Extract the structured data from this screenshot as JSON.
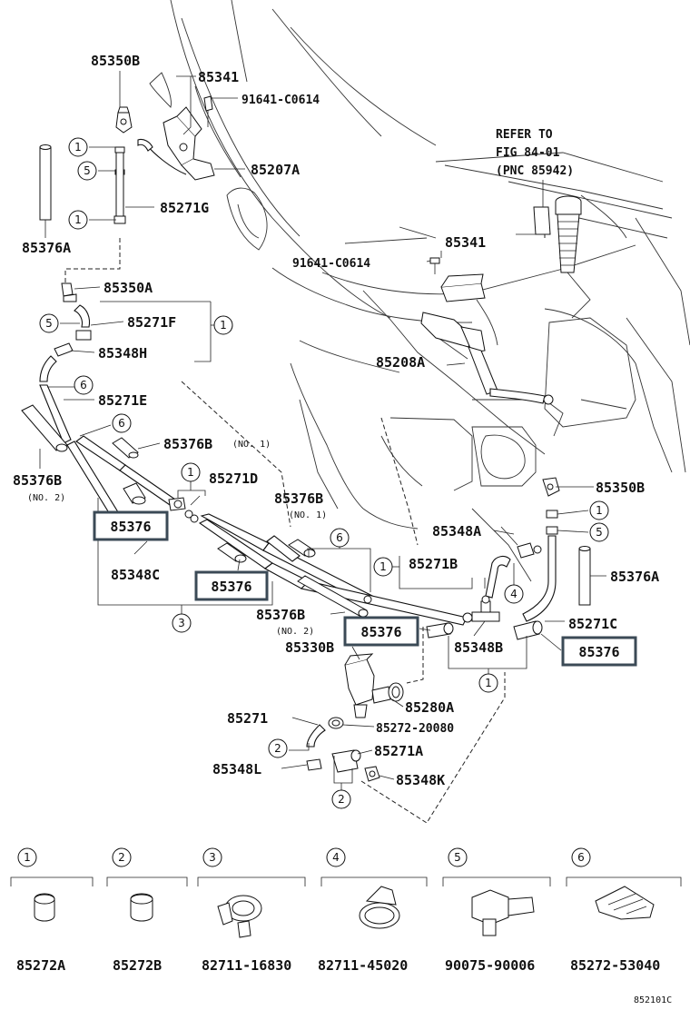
{
  "labels": {
    "p85350B_top": "85350B",
    "p85341_top": "85341",
    "p91641_top": "91641-C0614",
    "p85207A": "85207A",
    "p85271G": "85271G",
    "p85376A_left": "85376A",
    "refer1": "REFER TO",
    "refer2": "FIG 84-01",
    "refer3": "(PNC 85942)",
    "p85341_mid": "85341",
    "p91641_mid": "91641-C0614",
    "p85350A": "85350A",
    "p85271F": "85271F",
    "p85348H": "85348H",
    "p85208A": "85208A",
    "p85271E": "85271E",
    "p85376B_no1_a": "85376B",
    "no1_a": "(NO. 1)",
    "p85376B_left": "85376B",
    "no2_left": "(NO. 2)",
    "p85271D": "85271D",
    "p85350B_right": "85350B",
    "p85376B_no1_b": "85376B",
    "no1_b": "(NO. 1)",
    "p85348A": "85348A",
    "p85376_hl1": "85376",
    "p85348C": "85348C",
    "p85271B": "85271B",
    "p85376A_right": "85376A",
    "p85376_hl2": "85376",
    "p85376B_no2_b": "85376B",
    "no2_b": "(NO. 2)",
    "p85376_hl3": "85376",
    "p85330B": "85330B",
    "p85348B": "85348B",
    "p85271C": "85271C",
    "p85376_hl4": "85376",
    "p85280A": "85280A",
    "p85271": "85271",
    "p85272_20080": "85272-20080",
    "p85271A": "85271A",
    "p85348L": "85348L",
    "p85348K": "85348K",
    "footer_code": "852101C"
  },
  "callouts": {
    "c1": "1",
    "c2": "2",
    "c3": "3",
    "c4": "4",
    "c5": "5",
    "c6": "6"
  },
  "legend": [
    {
      "num": "1",
      "part": "85272A"
    },
    {
      "num": "2",
      "part": "85272B"
    },
    {
      "num": "3",
      "part": "82711-16830"
    },
    {
      "num": "4",
      "part": "82711-45020"
    },
    {
      "num": "5",
      "part": "90075-90006"
    },
    {
      "num": "6",
      "part": "85272-53040"
    }
  ]
}
